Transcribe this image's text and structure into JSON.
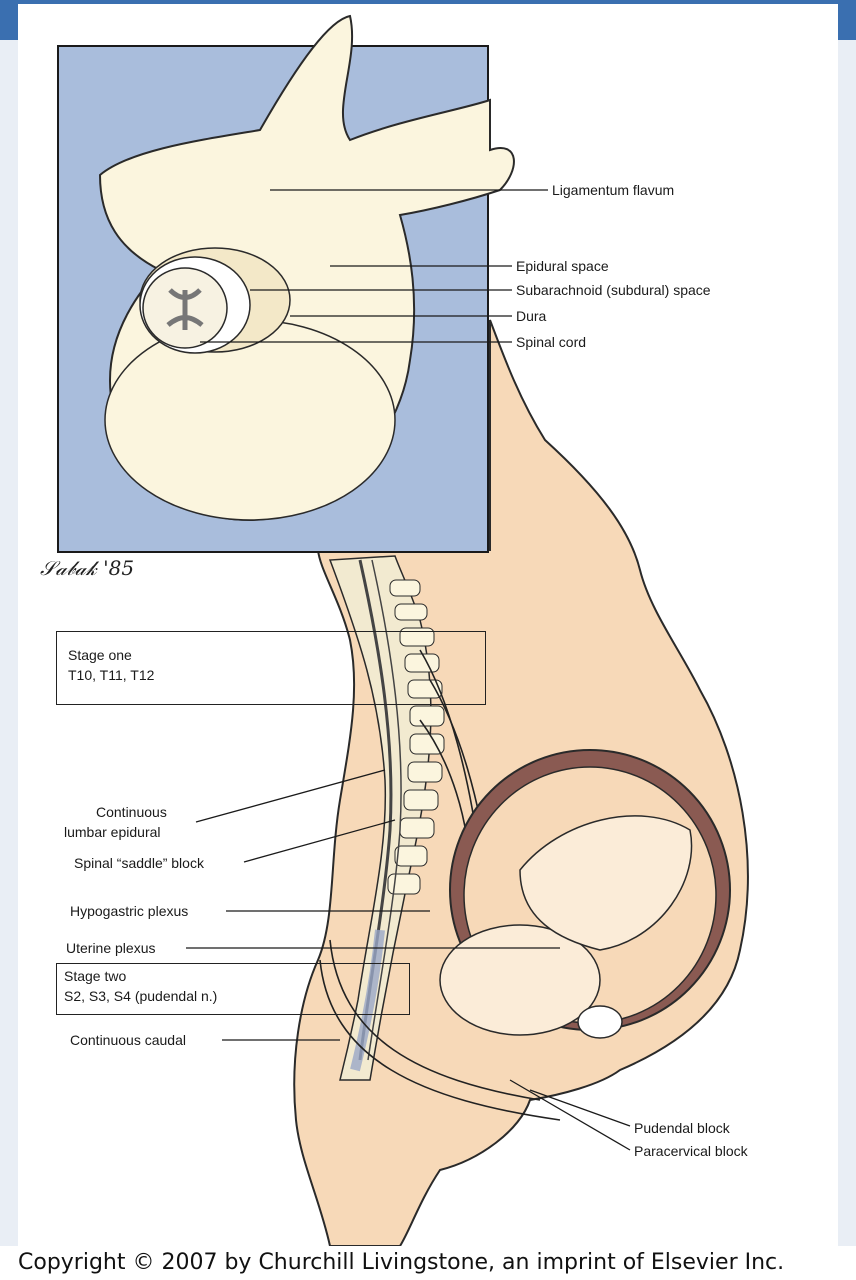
{
  "figure": {
    "inset_labels": {
      "ligamentum_flavum": "Ligamentum flavum",
      "epidural_space": "Epidural space",
      "subarachnoid_space": "Subarachnoid (subdural) space",
      "dura": "Dura",
      "spinal_cord": "Spinal cord"
    },
    "signature": "Sabak 85",
    "stage_one": {
      "title": "Stage one",
      "levels": "T10, T11, T12"
    },
    "stage_two": {
      "title": "Stage two",
      "levels": "S2, S3, S4 (pudendal n.)"
    },
    "left_labels": {
      "continuous_lumbar_epidural_line1": "Continuous",
      "continuous_lumbar_epidural_line2": "lumbar epidural",
      "spinal_saddle_block": "Spinal “saddle” block",
      "hypogastric_plexus": "Hypogastric plexus",
      "uterine_plexus": "Uterine plexus",
      "continuous_caudal": "Continuous caudal"
    },
    "right_labels": {
      "pudendal_block": "Pudendal block",
      "paracervical_block": "Paracervical block"
    },
    "copyright": "Copyright © 2007 by Churchill Livingstone, an imprint of Elsevier Inc."
  },
  "colors": {
    "frame_blue": "#3a6fb0",
    "inset_bg": "#a9bddc",
    "skin": "#f7d9b8",
    "bone": "#fbf5de",
    "uterus_inner": "#8a5a52"
  }
}
